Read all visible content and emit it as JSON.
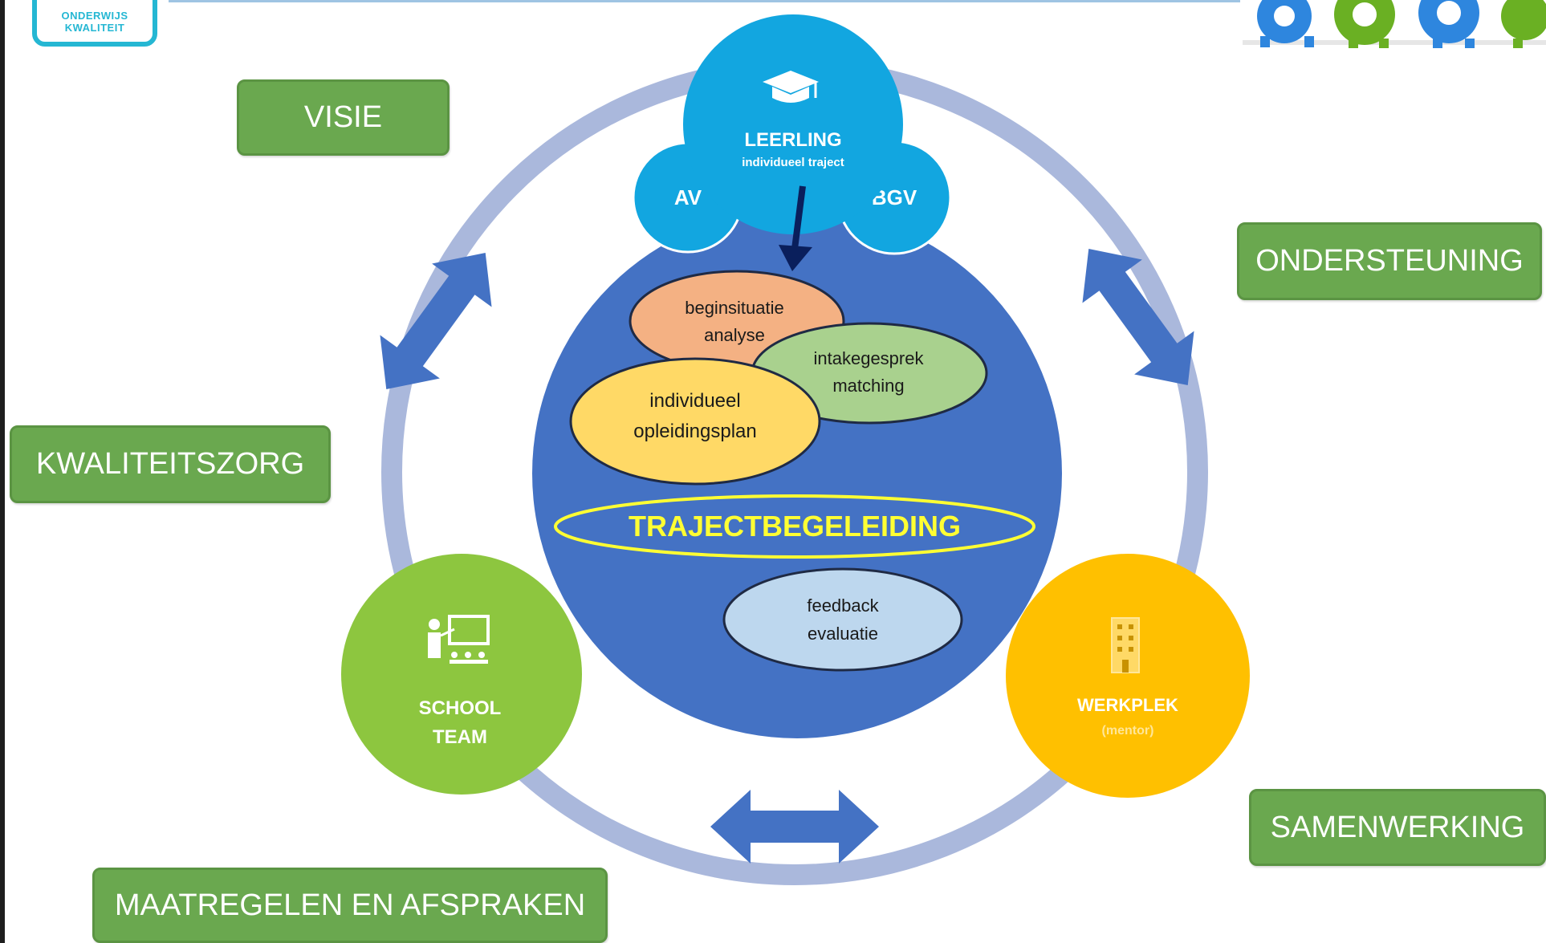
{
  "logo": {
    "line1": "ONDERWIJS",
    "line2": "KWALITEIT"
  },
  "boxes": {
    "visie": "VISIE",
    "ondersteuning": "ONDERSTEUNING",
    "kwaliteitszorg": "KWALITEITSZORG",
    "samenwerking": "SAMENWERKING",
    "maatregelen": "MAATREGELEN EN AFSPRAKEN"
  },
  "leerling": {
    "title": "LEERLING",
    "subtitle": "individueel traject",
    "icon": "graduation-cap-icon"
  },
  "satellites": {
    "av": "AV",
    "bgv": "BGV"
  },
  "center": {
    "title": "TRAJECTBEGELEIDING",
    "beginsituatie": {
      "line1": "beginsituatie",
      "line2": "analyse"
    },
    "intake": {
      "line1": "intakegesprek",
      "line2": "matching"
    },
    "plan": {
      "line1": "individueel",
      "line2": "opleidingsplan"
    },
    "feedback": {
      "line1": "feedback",
      "line2": "evaluatie"
    }
  },
  "school": {
    "line1": "SCHOOL",
    "line2": "TEAM",
    "icon": "teacher-board-icon"
  },
  "werkplek": {
    "title": "WERKPLEK",
    "subtitle": "(mentor)",
    "icon": "building-icon"
  },
  "colors": {
    "green_box": "#6aa84f",
    "ring": "#aab8dc",
    "arrow": "#4472c4",
    "center": "#4472c4",
    "leerling": "#12a6e0",
    "school": "#8dc63f",
    "werkplek": "#ffc000",
    "trajectbegeleiding": "#ffff33"
  }
}
